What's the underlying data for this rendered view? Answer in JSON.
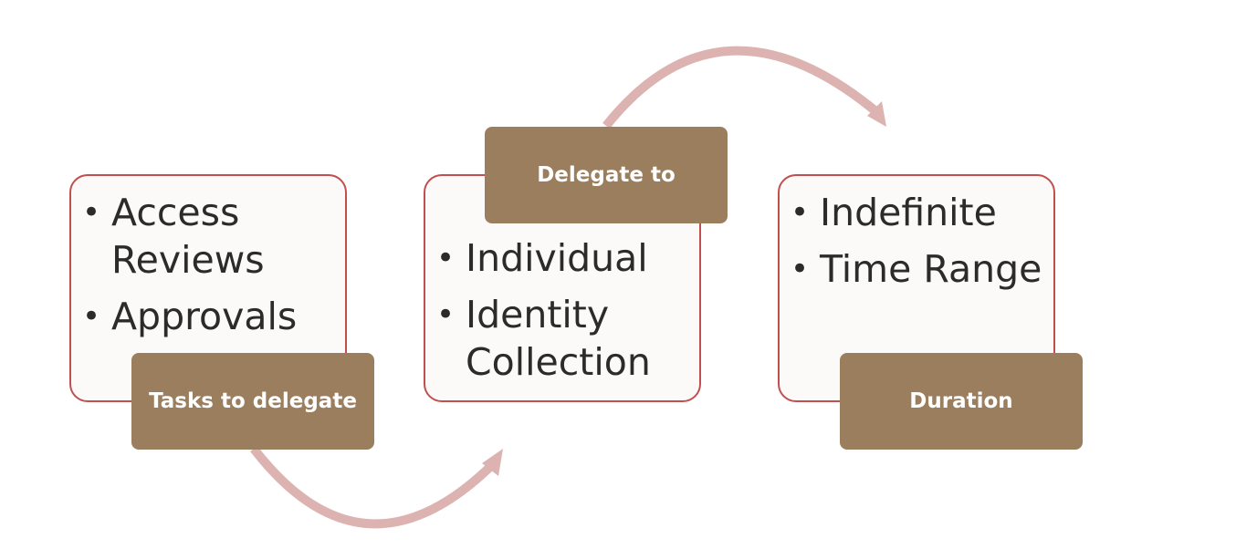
{
  "diagram": {
    "steps": [
      {
        "tag": "Tasks to delegate",
        "items": [
          "Access Reviews",
          "Approvals"
        ]
      },
      {
        "tag": "Delegate to",
        "items": [
          "Individual",
          "Identity Collection"
        ]
      },
      {
        "tag": "Duration",
        "items": [
          "Indefinite",
          "Time Range"
        ]
      }
    ]
  },
  "colors": {
    "box_border": "#c0504d",
    "box_fill": "#fbfaf9",
    "tag_fill": "#9b7e5e",
    "tag_text": "#ffffff",
    "arrow": "#dcb3b0",
    "text": "#2b2b2b"
  }
}
